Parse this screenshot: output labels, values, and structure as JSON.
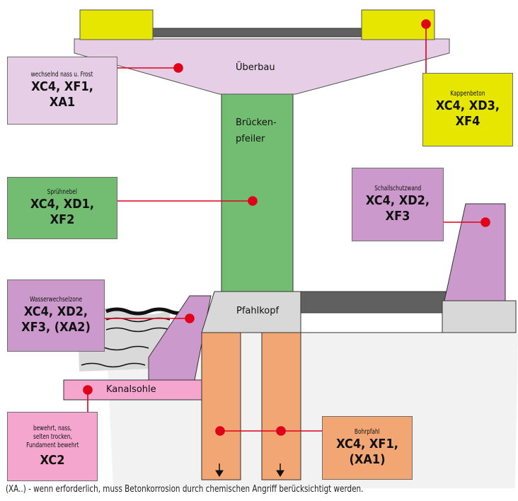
{
  "colors": {
    "lavender": "#e6cfe6",
    "yellow": "#e6e600",
    "green": "#73bd73",
    "mauve": "#cc99cc",
    "pink": "#f5a6cf",
    "orange": "#f2a673",
    "gray": "#d8d8d8",
    "dark": "#606060",
    "red": "#e0001a"
  },
  "structure": {
    "ueberbau": "Überbau",
    "pfeiler_line1": "Brücken-",
    "pfeiler_line2": "pfeiler",
    "pfahlkopf": "Pfahlkopf",
    "kanalsohle": "Kanalsohle"
  },
  "callouts": {
    "frost": {
      "label": "wechselnd nass u. Frost",
      "classes": [
        "XC4, XF1,",
        "XA1"
      ]
    },
    "kappe": {
      "label": "Kappenbeton",
      "classes": [
        "XC4, XD3,",
        "XF4"
      ]
    },
    "spruehnebel": {
      "label": "Sprühnebel",
      "classes": [
        "XC4, XD1,",
        "XF2"
      ]
    },
    "schallschutz": {
      "label": "Schallschutzwand",
      "classes": [
        "XC4, XD2,",
        "XF3"
      ]
    },
    "wasserwechsel": {
      "label": "Wasserwechselzone",
      "classes": [
        "XC4, XD2,",
        "XF3, (XA2)"
      ]
    },
    "fundament": {
      "label": [
        "bewehrt, nass,",
        "selten trocken,",
        "Fundament bewehrt"
      ],
      "classes": [
        "XC2"
      ]
    },
    "bohrpfahl": {
      "label": "Bohrpfahl",
      "classes": [
        "XC4, XF1,",
        "(XA1)"
      ]
    }
  },
  "footnote": "(XA..) - wenn erforderlich, muss Betonkorrosion durch chemischen Angriff berücksichtigt werden."
}
